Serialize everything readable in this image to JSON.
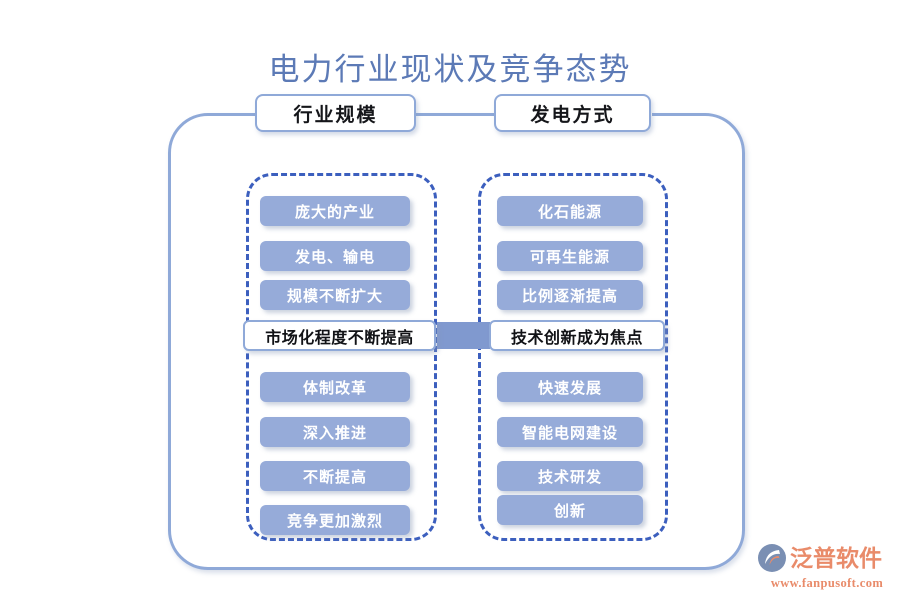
{
  "title": "电力行业现状及竞争态势",
  "headers": [
    {
      "label": "行业规模"
    },
    {
      "label": "发电方式"
    }
  ],
  "columns": {
    "left": {
      "header": "行业规模",
      "top_items": [
        "庞大的产业",
        "发电、输电",
        "规模不断扩大"
      ],
      "highlight": "市场化程度不断提高",
      "bottom_items": [
        "体制改革",
        "深入推进",
        "不断提高",
        "竞争更加激烈"
      ]
    },
    "right": {
      "header": "发电方式",
      "top_items": [
        "化石能源",
        "可再生能源",
        "比例逐渐提高"
      ],
      "highlight": "技术创新成为焦点",
      "bottom_items": [
        "快速发展",
        "智能电网建设",
        "技术研发",
        "创新"
      ]
    }
  },
  "logo": {
    "brand": "泛普软件",
    "url": "www.fanpusoft.com"
  },
  "colors": {
    "title": "#5c7ab6",
    "frame_border": "#8fa9d8",
    "dashed_border": "#3c5fbe",
    "item_fill": "#96abd9",
    "item_text": "#ffffff",
    "highlight_text": "#111216",
    "connector": "#8099cf",
    "logo": "#e98b6a"
  }
}
